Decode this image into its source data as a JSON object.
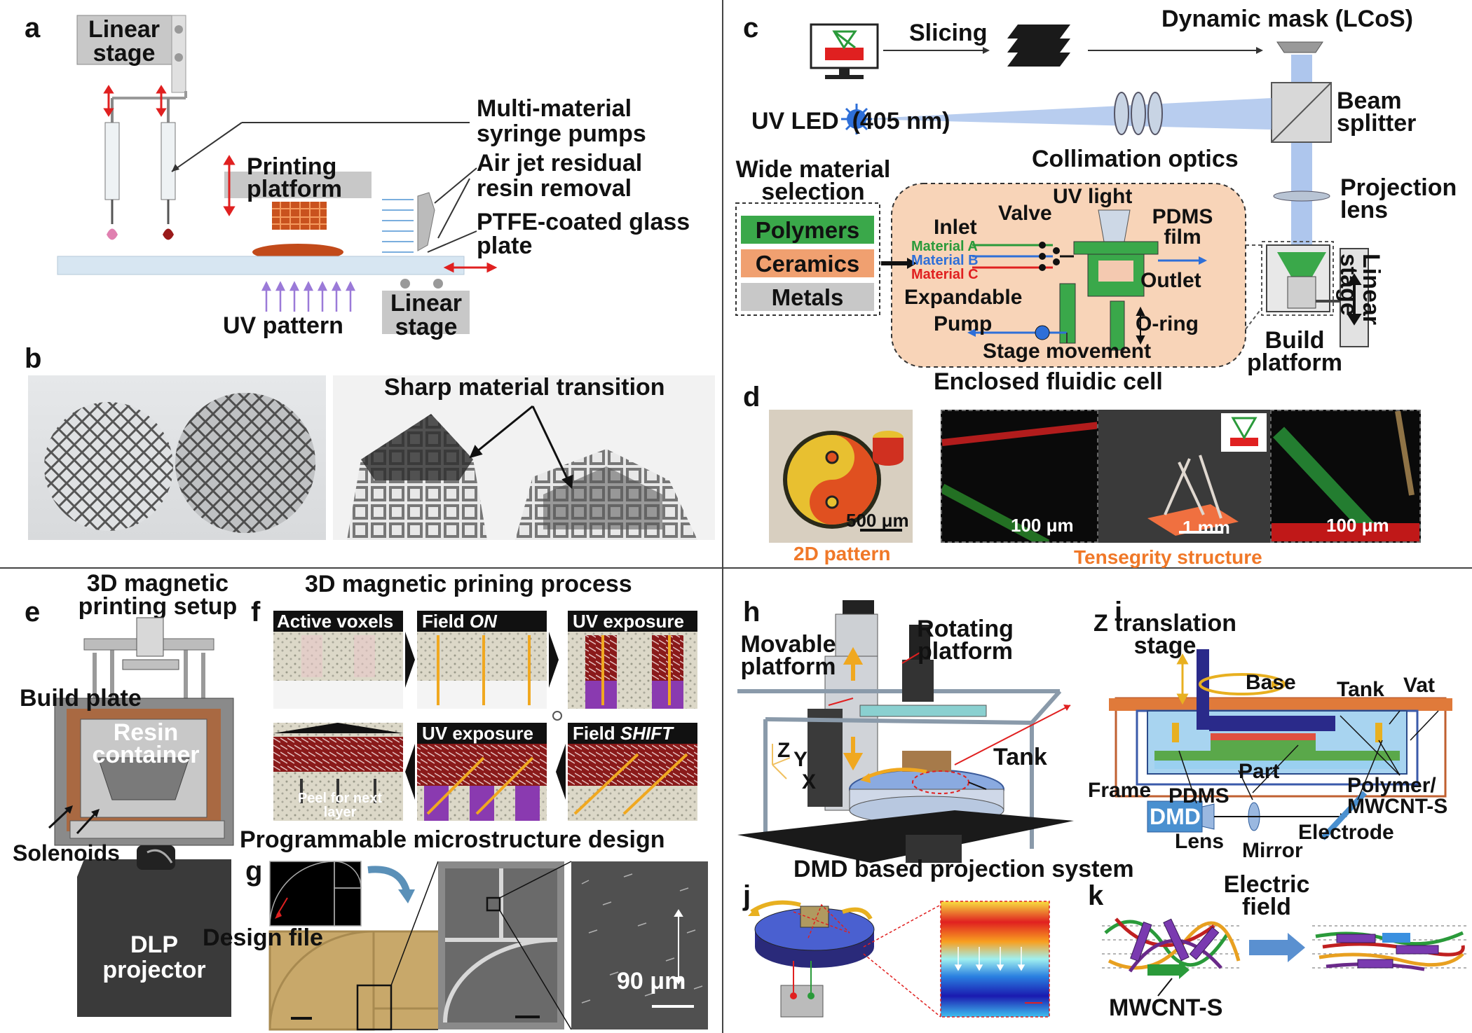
{
  "panels": {
    "a": {
      "letter": "a",
      "linear_stage_top": "Linear stage",
      "syringe": "Multi-material syringe pumps",
      "printing_platform": "Printing platform",
      "air_jet": "Air jet residual resin removal",
      "ptfe": "PTFE-coated glass plate",
      "uv_pattern": "UV pattern",
      "linear_stage_bottom": "Linear stage"
    },
    "b": {
      "letter": "b",
      "sharp": "Sharp material transition"
    },
    "c": {
      "letter": "c",
      "slicing": "Slicing",
      "mask": "Dynamic mask (LCoS)",
      "uv_led": "UV LED  (405 nm)",
      "beam": "Beam splitter",
      "collimation": "Collimation optics",
      "wide": "Wide material selection",
      "projection": "Projection lens",
      "polymers": "Polymers",
      "ceramics": "Ceramics",
      "metals": "Metals",
      "uv_light": "UV light",
      "valve": "Valve",
      "inlet": "Inlet",
      "pdms_film": "PDMS film",
      "material_a": "Material A",
      "material_b": "Material B",
      "material_c": "Material C",
      "outlet": "Outlet",
      "expandable": "Expandable",
      "pump": "Pump",
      "oring": "O-ring",
      "stage_movement": "Stage movement",
      "linear_stage": "Linear stage",
      "build_platform": "Build platform",
      "enclosed": "Enclosed fluidic cell"
    },
    "d": {
      "letter": "d",
      "scale1": "500 μm",
      "scale2": "100 μm",
      "scale3": "1 mm",
      "scale4": "100 μm",
      "pattern2d": "2D pattern",
      "tensegrity": "Tensegrity structure"
    },
    "e": {
      "letter": "e",
      "title": "3D magnetic printing setup",
      "build_plate": "Build plate",
      "resin": "Resin container",
      "solenoids": "Solenoids",
      "dlp": "DLP projector"
    },
    "f": {
      "letter": "f",
      "title": "3D magnetic prining process",
      "active": "Active voxels",
      "field_on_prefix": "Field ",
      "field_on_word": "ON",
      "uv1": "UV exposure",
      "uv2": "UV exposure",
      "shift_prefix": "Field ",
      "shift_word": "SHIFT",
      "peel": "Peel for next layer"
    },
    "g": {
      "letter": "g",
      "title": "Programmable microstructure design",
      "design": "Design file",
      "scale": "90 μm"
    },
    "h": {
      "letter": "h",
      "movable": "Movable platform",
      "rotating": "Rotating platform",
      "z": "Z",
      "y": "Y",
      "x": "X",
      "tank": "Tank",
      "dmd_proj": "DMD based projection system"
    },
    "i": {
      "letter": "i",
      "ztrans": "Z translation stage",
      "base": "Base",
      "tank": "Tank",
      "vat": "Vat",
      "part": "Part",
      "frame": "Frame",
      "pdms": "PDMS",
      "dmd": "DMD",
      "polymer": "Polymer/ MWCNT-S",
      "lens": "Lens",
      "mirror": "Mirror",
      "electrode": "Electrode"
    },
    "j": {
      "letter": "j"
    },
    "k": {
      "letter": "k",
      "electric": "Electric field",
      "mwcnt": "MWCNT-S"
    }
  },
  "colors": {
    "red_arrow": "#e02020",
    "orange_label": "#f07828",
    "polymers_fill": "#3aa84a",
    "ceramics_fill": "#f0a070",
    "metals_fill": "#c8c8c8",
    "cell_fill": "#f8d4b8",
    "beam_blue": "#9ab8e8",
    "dmd_blue": "#4a90d0"
  }
}
